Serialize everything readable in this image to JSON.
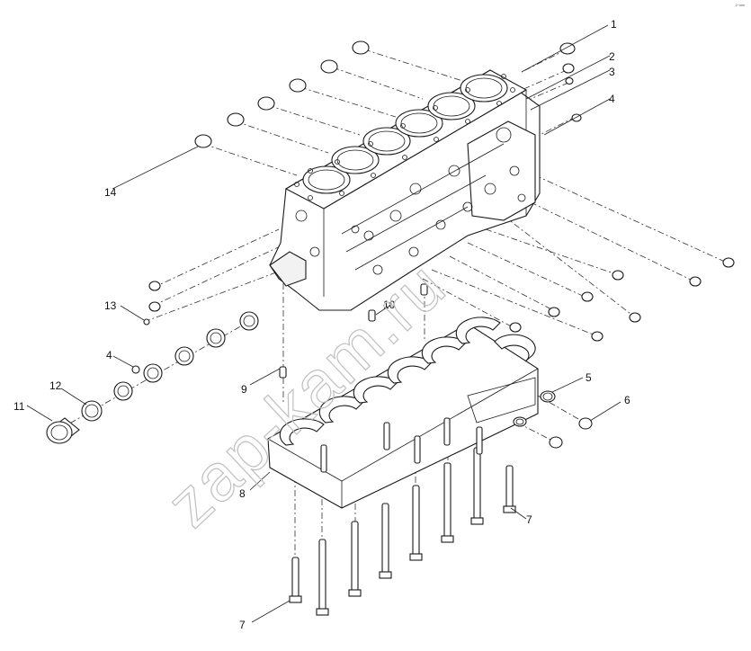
{
  "corner_mark": "²⁻ᵐᵐ",
  "watermark": "zap-kam.ru",
  "callouts": {
    "c1": "1",
    "c2": "2",
    "c3": "3",
    "c4a": "4",
    "c4b": "4",
    "c5": "5",
    "c6": "6",
    "c7a": "7",
    "c7b": "7",
    "c8": "8",
    "c9": "9",
    "c10": "10",
    "c11": "11",
    "c12": "12",
    "c13": "13",
    "c14": "14"
  }
}
